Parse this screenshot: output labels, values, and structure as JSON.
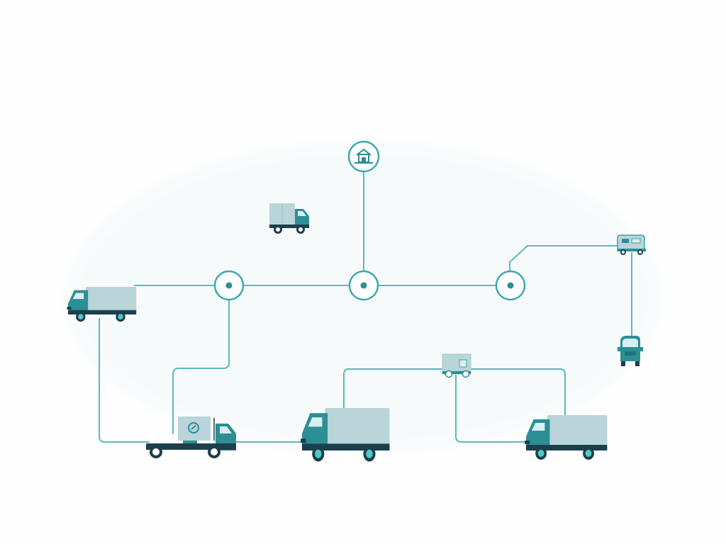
{
  "diagram": {
    "type": "logistics-network",
    "colors": {
      "line": "#5cb8c0",
      "teal": "#2b8f95",
      "teal_dark": "#1f7278",
      "cargo": "#b9d5d9",
      "chassis": "#1d3f4d",
      "wheel_rim": "#4ec9c6",
      "background": "#ffffff"
    },
    "hub_icon": "warehouse-icon",
    "node_count": 4,
    "vehicle_count": 9
  }
}
